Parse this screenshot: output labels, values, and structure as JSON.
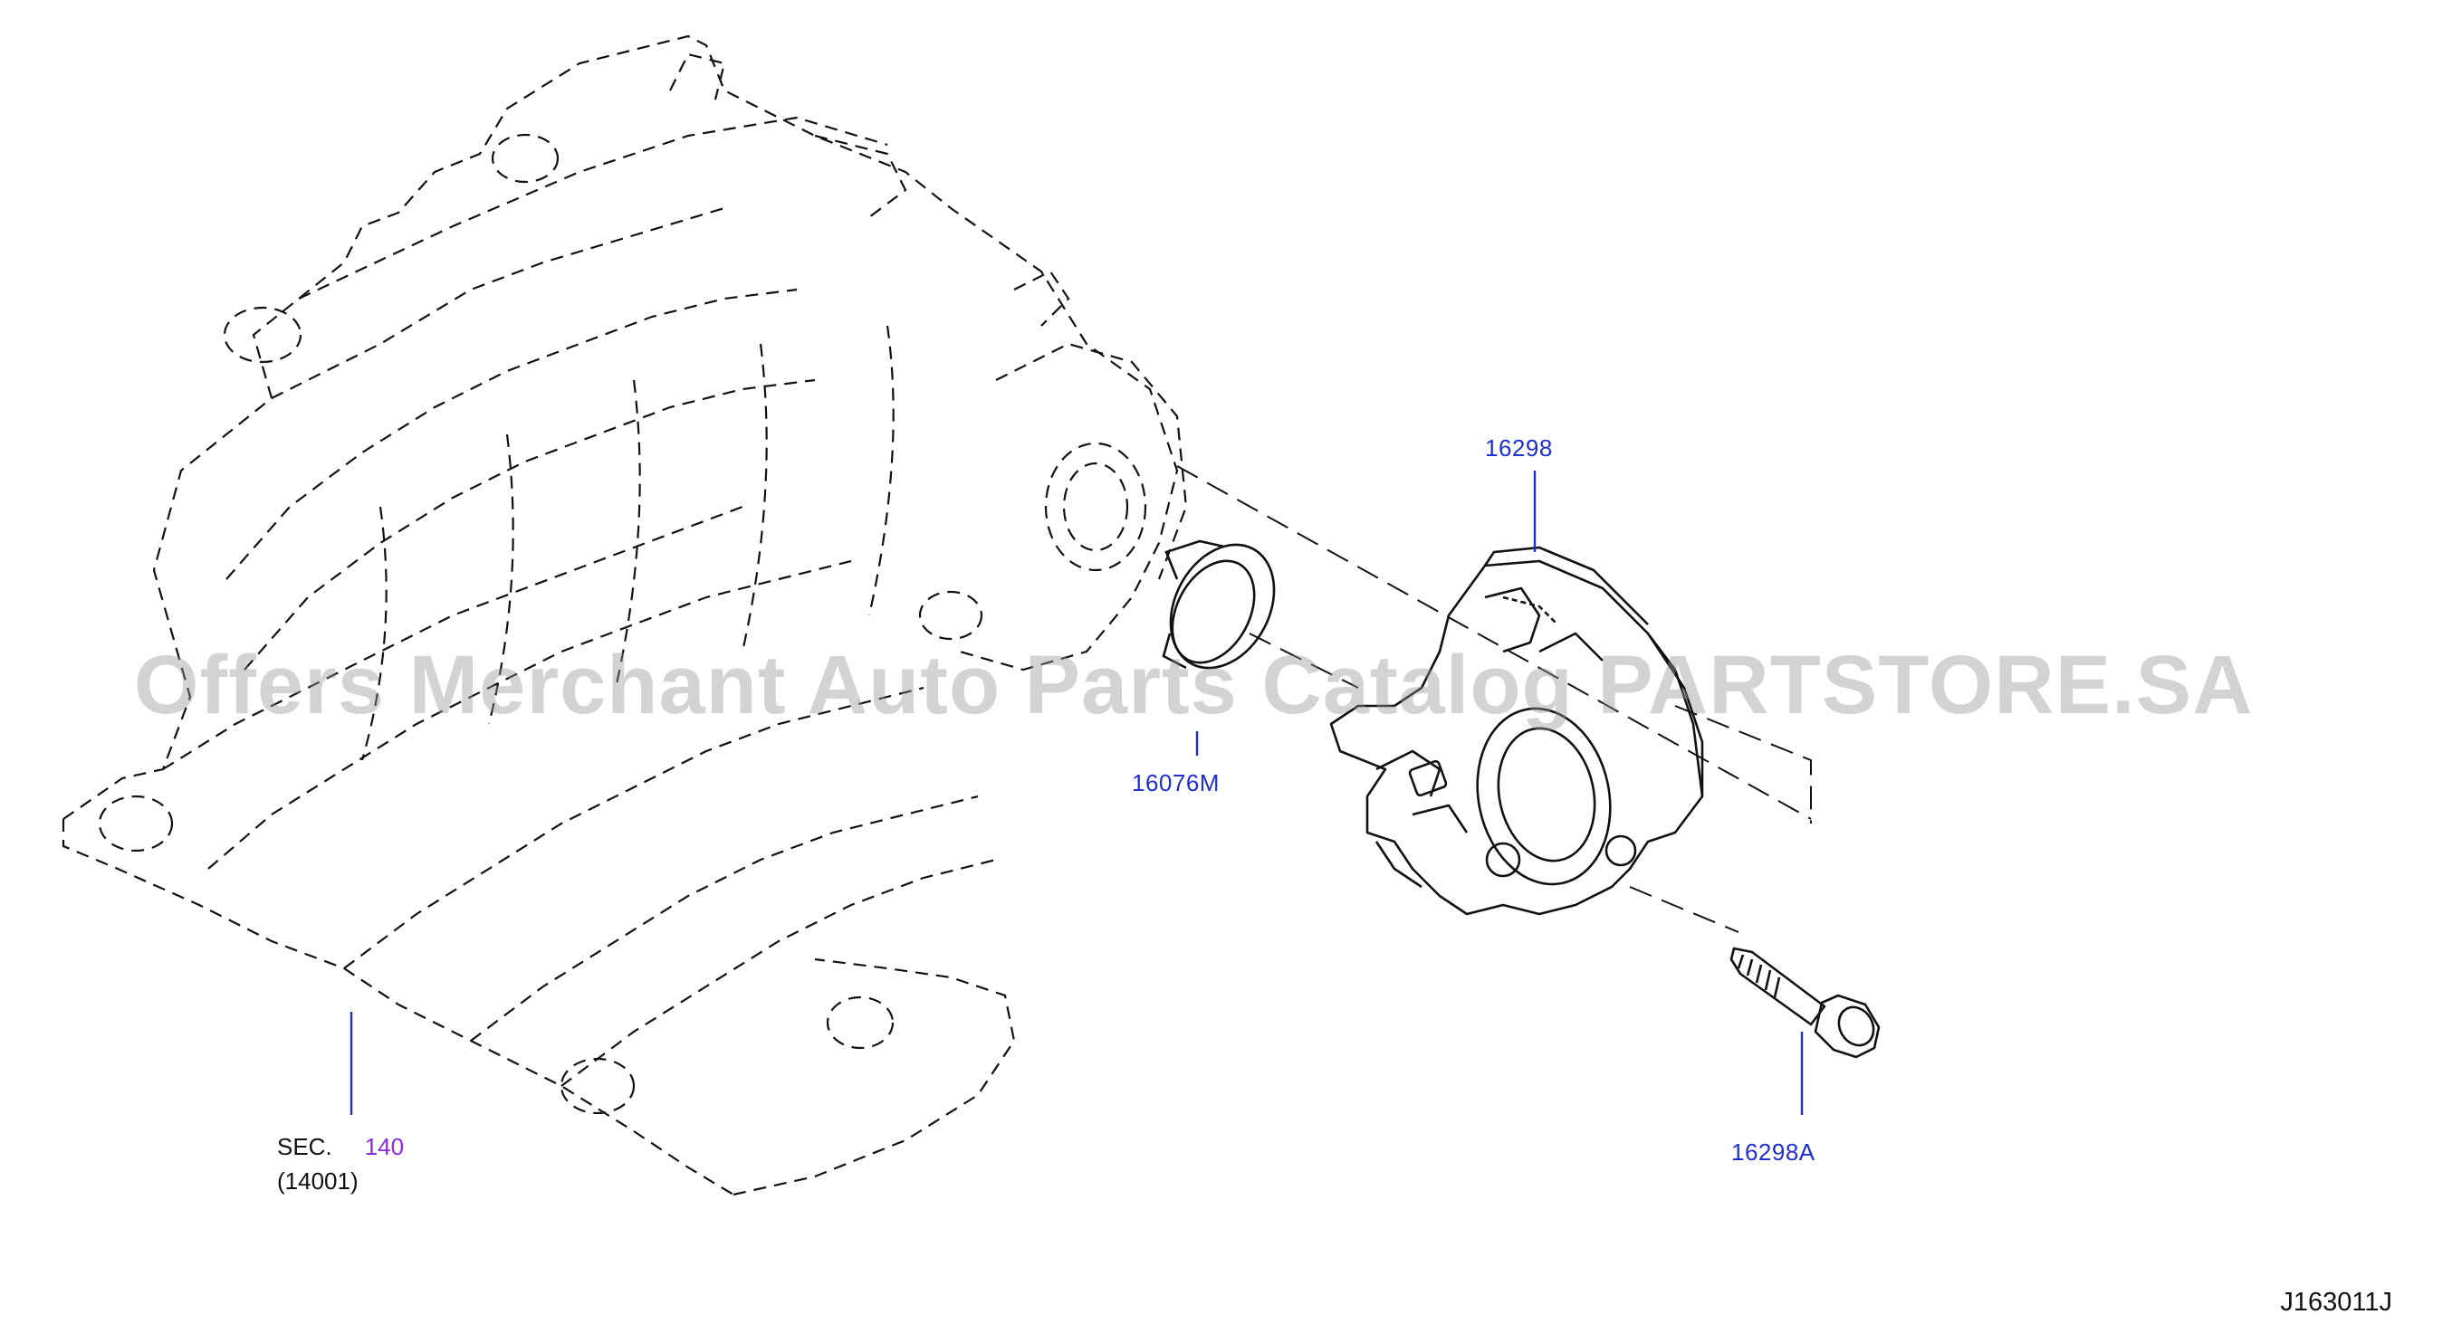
{
  "callouts": {
    "throttle_body": "16298",
    "gasket": "16076M",
    "bolt": "16298A"
  },
  "section_ref": {
    "prefix": "SEC.",
    "number": "140",
    "sub": "(14001)"
  },
  "watermark": "Offers Merchant Auto Parts Catalog PARTSTORE.SA",
  "diagram_id": "J163011J",
  "colors": {
    "callout": "#1f2fd0",
    "section_number": "#8a2be2",
    "lines": "#111111"
  }
}
